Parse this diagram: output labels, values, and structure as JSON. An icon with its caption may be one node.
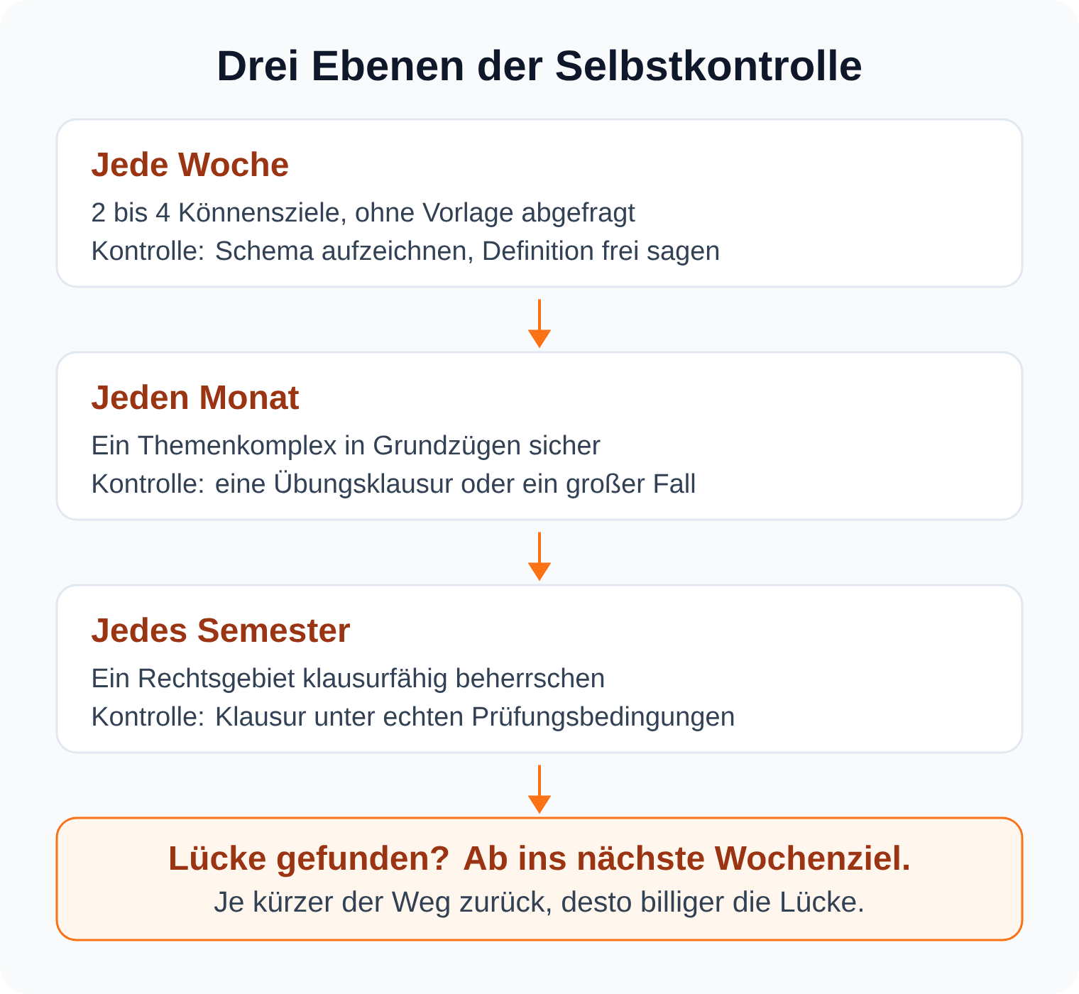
{
  "diagram": {
    "title": "Drei Ebenen der Selbstkontrolle",
    "nodes": [
      {
        "text": [
          "Jede Woche",
          "2 bis 4 Könnensziele, ohne Vorlage abgefragt",
          "Kontrolle: Schema aufzeichnen, Definition frei sagen"
        ]
      },
      {
        "text": [
          "Jeden Monat",
          "Ein Themenkomplex in Grundzügen sicher",
          "Kontrolle: eine Übungsklausur oder ein großer Fall"
        ]
      },
      {
        "text": [
          "Jedes Semester",
          "Ein Rechtsgebiet klausurfähig beherrschen",
          "Kontrolle: Klausur unter echten Prüfungsbedingungen"
        ]
      },
      {
        "text": [
          "Lücke gefunden? Ab ins nächste Wochenziel.",
          "Je kürzer der Weg zurück, desto billiger die Lücke."
        ]
      }
    ],
    "edges": [
      {
        "from": 0,
        "to": 1,
        "arrow": "to"
      },
      {
        "from": 1,
        "to": 2,
        "arrow": "to"
      },
      {
        "from": 2,
        "to": 3,
        "arrow": "to"
      }
    ]
  }
}
